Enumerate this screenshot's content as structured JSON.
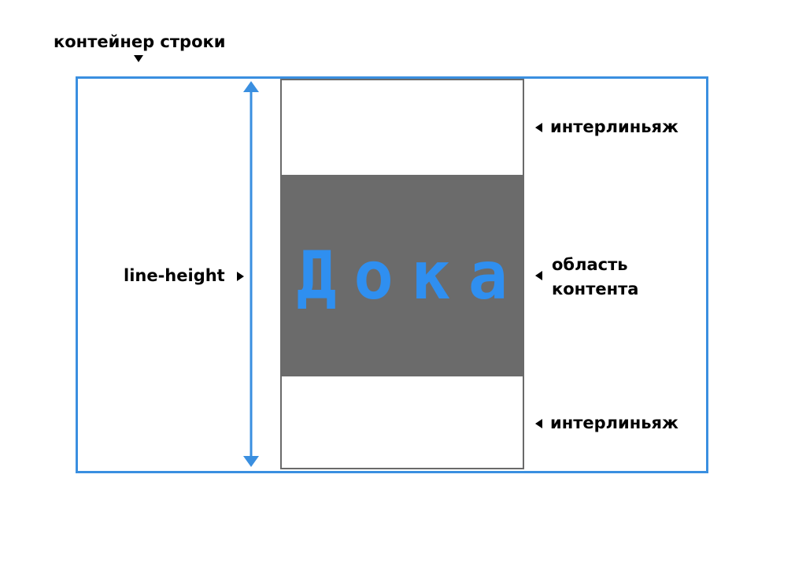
{
  "labels": {
    "line_container": "контейнер строки",
    "line_height": "line-height",
    "leading_top": "интерлиньяж",
    "content_area": "область\nконтента",
    "leading_bottom": "интерлиньяж"
  },
  "sample_text": "Дока",
  "colors": {
    "container_border": "#3a8fe0",
    "content_background": "#6b6b6b",
    "sample_text": "#2f8ff0",
    "line_box_border": "#6a6a6a"
  }
}
